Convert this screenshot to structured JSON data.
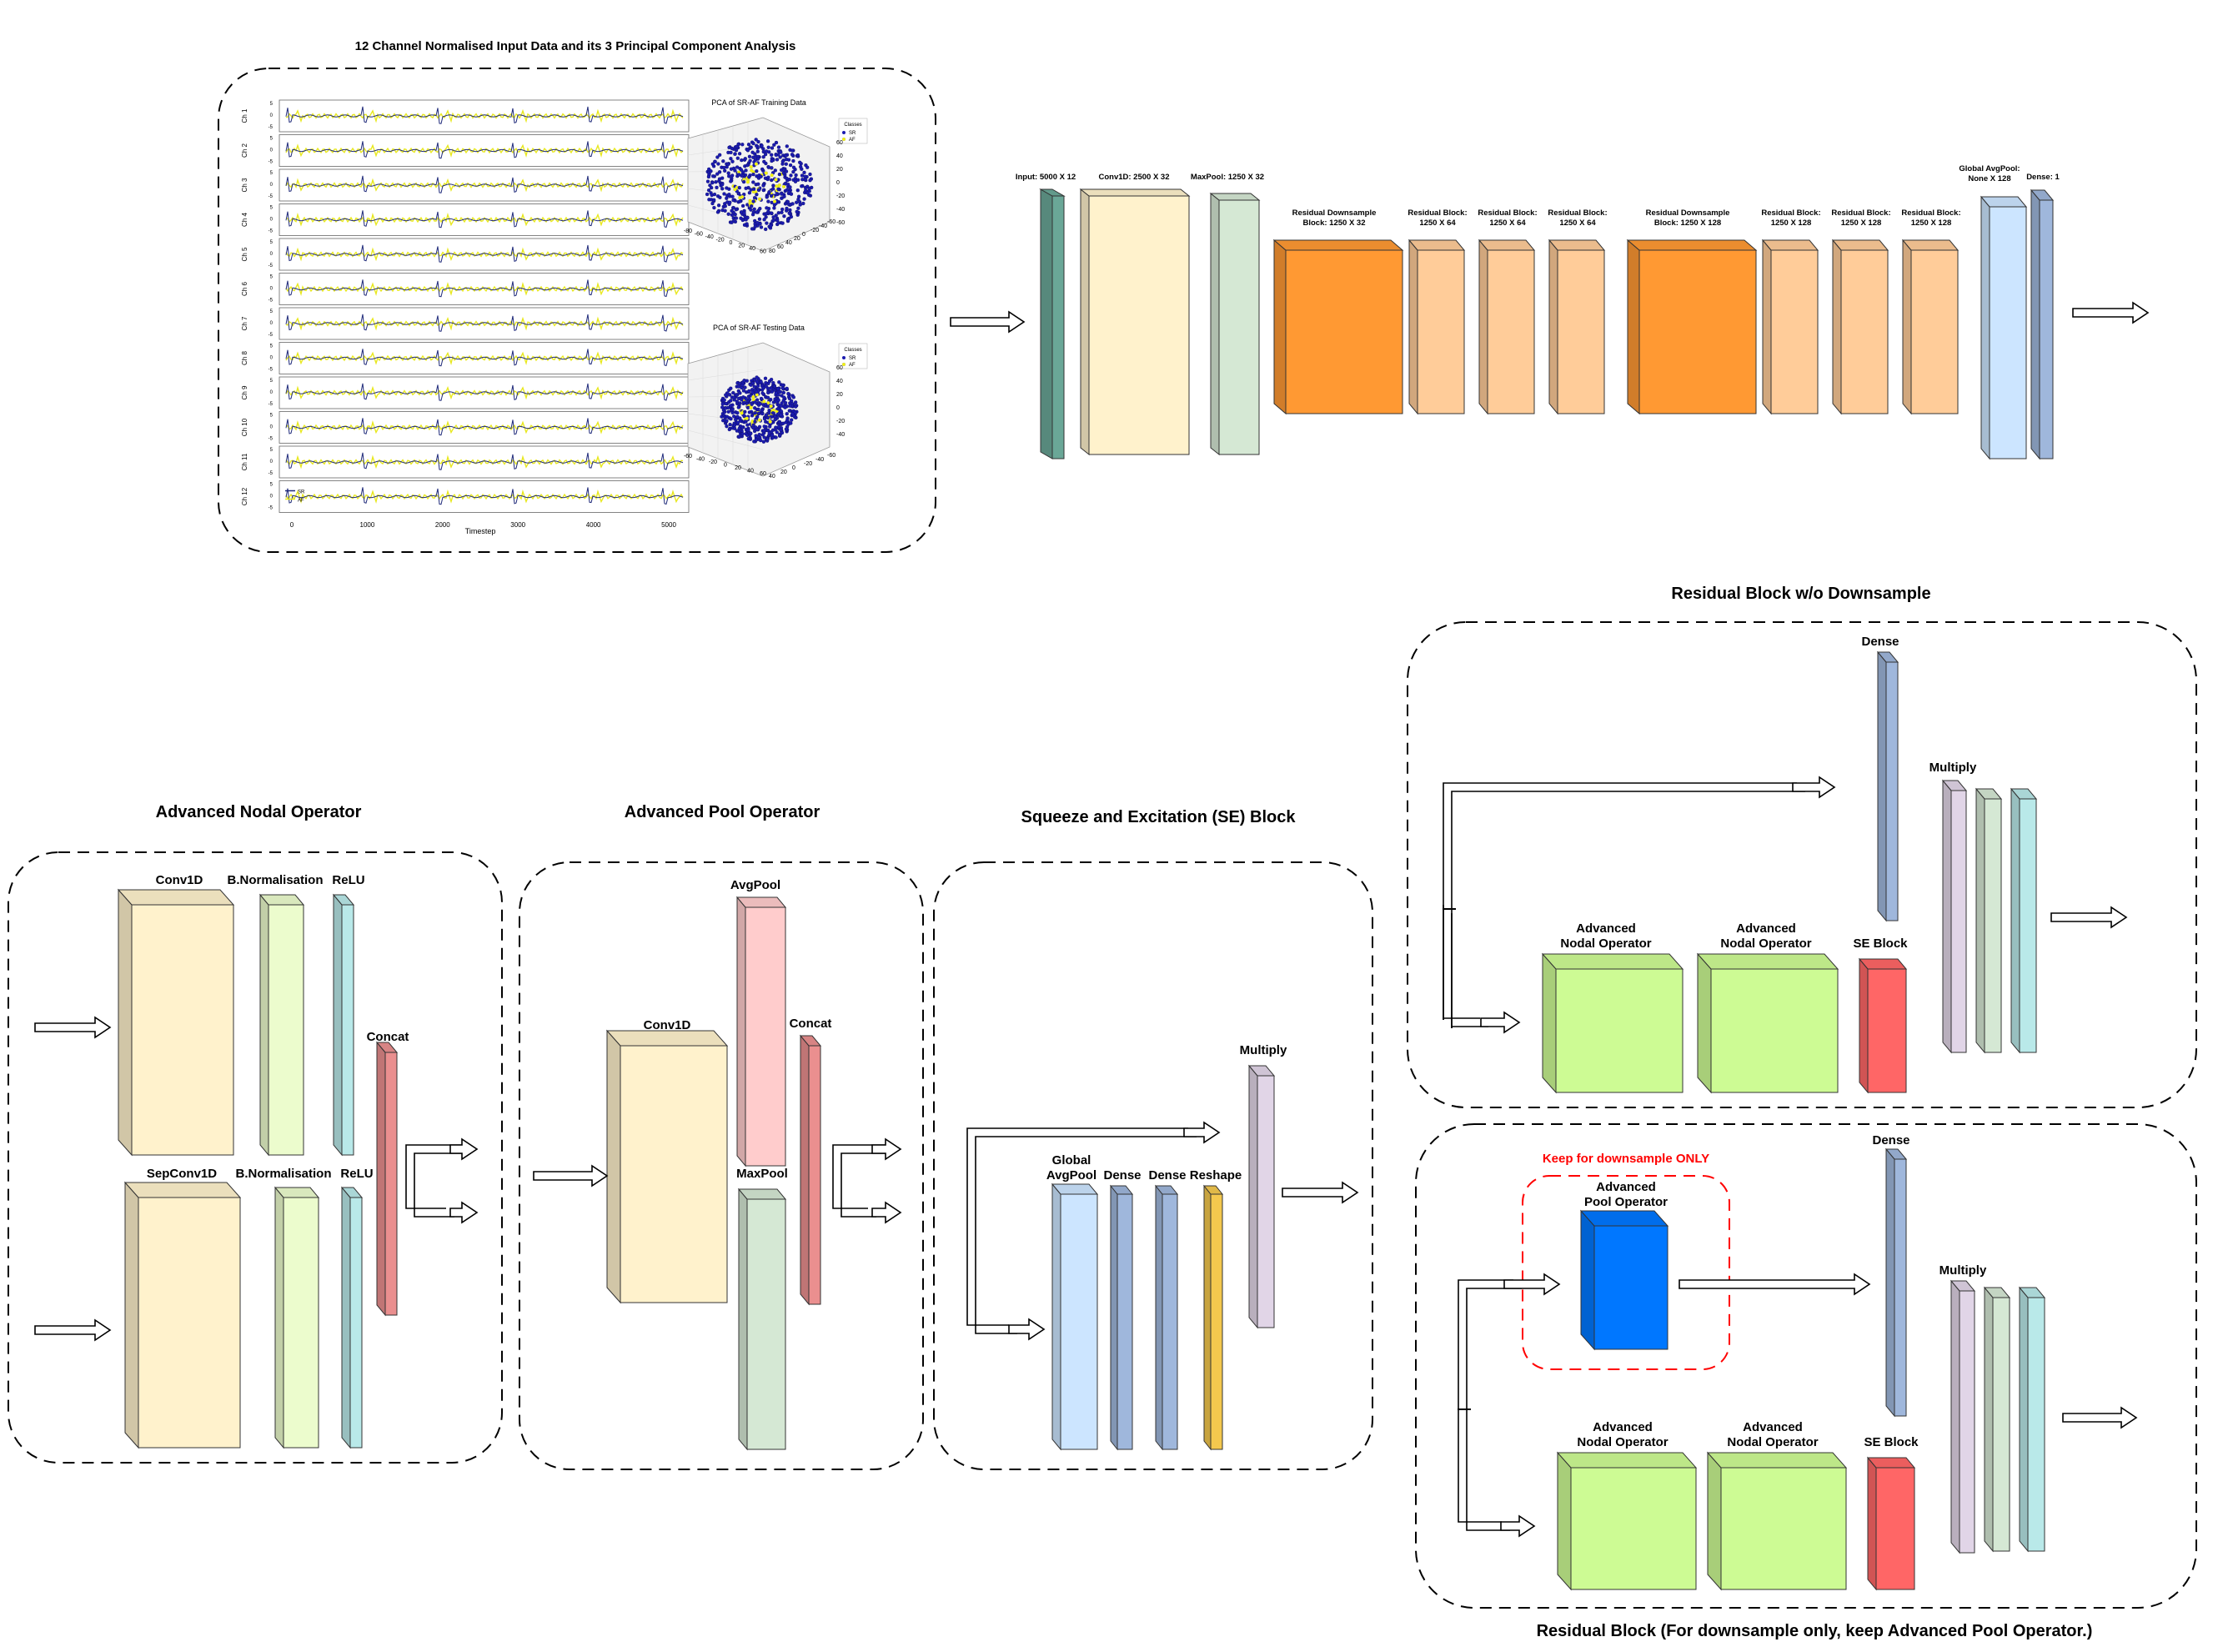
{
  "input_panel": {
    "title": "12 Channel Normalised Input Data and its 3 Principal Component Analysis",
    "channels": [
      "Ch 1",
      "Ch 2",
      "Ch 3",
      "Ch 4",
      "Ch 5",
      "Ch 6",
      "Ch 7",
      "Ch 8",
      "Ch 9",
      "Ch 10",
      "Ch 11",
      "Ch 12"
    ],
    "y_ticks": [
      "5",
      "0",
      "-5"
    ],
    "x_ticks": [
      "0",
      "1000",
      "2000",
      "3000",
      "4000",
      "5000"
    ],
    "x_label": "Timestep",
    "legend": [
      "SR",
      "AF"
    ],
    "pca_train": {
      "title": "PCA of SR-AF Training Data",
      "legend_title": "Classes",
      "legend": [
        "SR",
        "AF"
      ],
      "z_ticks": [
        "60",
        "40",
        "20",
        "0",
        "-20",
        "-40",
        "-60"
      ],
      "x_ticks": [
        "-80",
        "-60",
        "-40",
        "-20",
        "0",
        "20",
        "40",
        "60"
      ],
      "y_ticks": [
        "80",
        "60",
        "40",
        "20",
        "0",
        "-20",
        "-40",
        "-60"
      ]
    },
    "pca_test": {
      "title": "PCA of SR-AF Testing Data",
      "legend_title": "Classes",
      "legend": [
        "SR",
        "AF"
      ],
      "z_ticks": [
        "60",
        "40",
        "20",
        "0",
        "-20",
        "-40"
      ],
      "x_ticks": [
        "-60",
        "-40",
        "-20",
        "0",
        "20",
        "40",
        "60"
      ],
      "y_ticks": [
        "40",
        "20",
        "0",
        "-20",
        "-40",
        "-60"
      ]
    }
  },
  "network": {
    "layers": [
      {
        "label1": "Input: 5000 X 12",
        "label2": ""
      },
      {
        "label1": "Conv1D: 2500 X 32",
        "label2": ""
      },
      {
        "label1": "MaxPool: 1250 X 32",
        "label2": ""
      },
      {
        "label1": "Residual Downsample",
        "label2": "Block: 1250 X 32"
      },
      {
        "label1": "Residual Block:",
        "label2": "1250 X 64"
      },
      {
        "label1": "Residual Block:",
        "label2": "1250 X 64"
      },
      {
        "label1": "Residual Block:",
        "label2": "1250 X 64"
      },
      {
        "label1": "Residual Downsample",
        "label2": "Block: 1250 X 128"
      },
      {
        "label1": "Residual Block:",
        "label2": "1250 X 128"
      },
      {
        "label1": "Residual Block:",
        "label2": "1250 X 128"
      },
      {
        "label1": "Residual Block:",
        "label2": "1250 X 128"
      },
      {
        "label1": "Global AvgPool:",
        "label2": "None X 128"
      },
      {
        "label1": "Dense: 1",
        "label2": ""
      }
    ]
  },
  "nodal": {
    "title": "Advanced Nodal Operator",
    "conv1d": "Conv1D",
    "bnorm1": "B.Normalisation",
    "relu1": "ReLU",
    "concat": "Concat",
    "sepconv": "SepConv1D",
    "bnorm2": "B.Normalisation",
    "relu2": "ReLU"
  },
  "pool": {
    "title": "Advanced Pool Operator",
    "avgpool": "AvgPool",
    "conv1d": "Conv1D",
    "concat": "Concat",
    "maxpool": "MaxPool"
  },
  "se": {
    "title": "Squeeze and Excitation (SE) Block",
    "multiply": "Multiply",
    "gap1": "Global",
    "gap2": "AvgPool",
    "dense1": "Dense",
    "dense2": "Dense",
    "reshape": "Reshape"
  },
  "res_top": {
    "title": "Residual Block w/o Downsample",
    "dense": "Dense",
    "multiply": "Multiply",
    "nodal1_l1": "Advanced",
    "nodal1_l2": "Nodal Operator",
    "nodal2_l1": "Advanced",
    "nodal2_l2": "Nodal Operator",
    "se": "SE Block"
  },
  "res_bottom": {
    "title": "Residual Block (For downsample only, keep Advanced Pool Operator.)",
    "keep_note": "Keep for downsample ONLY",
    "pool_l1": "Advanced",
    "pool_l2": "Pool Operator",
    "dense": "Dense",
    "multiply": "Multiply",
    "nodal1_l1": "Advanced",
    "nodal1_l2": "Nodal Operator",
    "nodal2_l1": "Advanced",
    "nodal2_l2": "Nodal Operator",
    "se": "SE Block"
  },
  "colors": {
    "input_teal": "#6aa797",
    "conv_yellow": "#fff2cc",
    "pool_green": "#d5e8d4",
    "res_orange": "#ff9933",
    "res_light": "#ffcc99",
    "gap_blue": "#cce5ff",
    "dense_blue": "#9fb7dc",
    "nodal_green": "#cdfb94",
    "se_red": "#ff6666",
    "pool_blue": "#0077ff",
    "concat_red": "#ea8f8f",
    "relu_cyan": "#b9e9e9",
    "bnorm_green": "#ecfccd",
    "avgpool_pink": "#ffcccc",
    "reshape_gold": "#f4c84e",
    "multiply_lilac": "#e1d5e7",
    "note_red": "#ff0000"
  }
}
